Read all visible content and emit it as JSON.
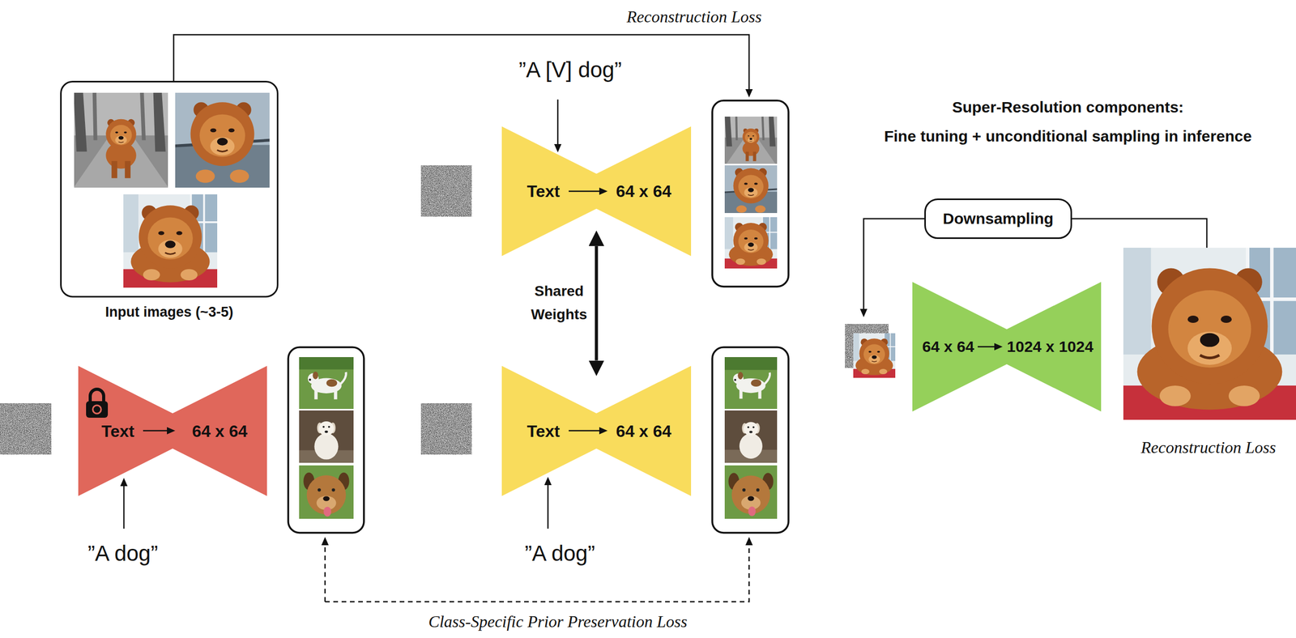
{
  "diagram": {
    "nodes": [
      {
        "text": [
          "Input images (~3-5)"
        ]
      },
      {
        "text": [
          "Text",
          "64 x 64"
        ]
      },
      {
        "text": [
          "Text",
          "64 x 64"
        ]
      },
      {
        "text": [
          "Text",
          "64 x 64"
        ]
      },
      {
        "text": [
          "Downsampling"
        ]
      },
      {
        "text": [
          "64 x 64",
          "1024 x 1024"
        ]
      }
    ],
    "edges": [
      {
        "from": 1,
        "to": 3,
        "arrow": "both",
        "label": "Shared Weights"
      }
    ],
    "labels": [
      "Reconstruction Loss",
      "”A [V] dog”",
      "Super-Resolution components:",
      "Fine tuning + unconditional sampling in inference",
      "”A dog”",
      "”A dog”",
      "Class-Specific Prior Preservation Loss",
      "Reconstruction Loss"
    ]
  }
}
